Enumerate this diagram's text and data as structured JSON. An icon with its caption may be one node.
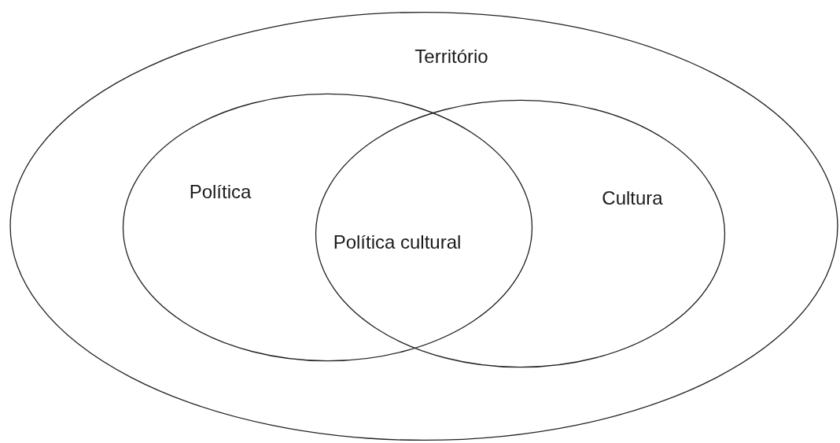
{
  "diagram": {
    "nodes": [
      {
        "text": [
          "Território"
        ]
      },
      {
        "text": [
          "Política"
        ],
        "in": 0
      },
      {
        "text": [
          "Cultura"
        ],
        "in": 0
      }
    ],
    "labels": [
      "Política cultural"
    ]
  }
}
